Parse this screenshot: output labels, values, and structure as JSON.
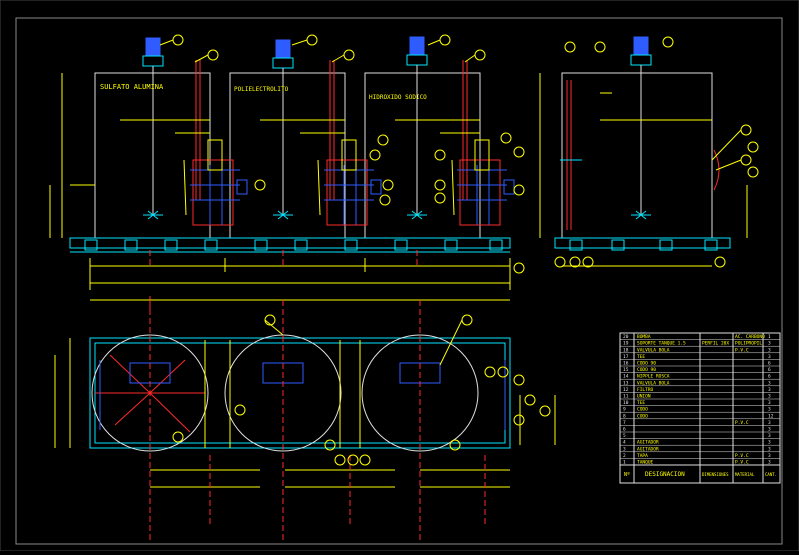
{
  "tanks": [
    {
      "label": "SULFATO ALUMINA"
    },
    {
      "label": "POLIELECTROLITO"
    },
    {
      "label": "HIDROXIDO SODICO"
    }
  ],
  "legend": {
    "rows": [
      {
        "n": "20",
        "designation": "BOMBA",
        "dimension": "",
        "material": "AC. CARBONO",
        "qty": "1"
      },
      {
        "n": "19",
        "designation": "SOPORTE TANQUE 1.5",
        "dimension": "PERFIL 20X",
        "material": "POLIPROPIL",
        "qty": "3"
      },
      {
        "n": "18",
        "designation": "VALVULA BOLA",
        "dimension": "",
        "material": "P.V.C",
        "qty": "3"
      },
      {
        "n": "17",
        "designation": "TEE",
        "dimension": "",
        "material": "",
        "qty": "3"
      },
      {
        "n": "16",
        "designation": "CODO 90",
        "dimension": "",
        "material": "",
        "qty": "6"
      },
      {
        "n": "15",
        "designation": "CODO 90",
        "dimension": "",
        "material": "",
        "qty": "6"
      },
      {
        "n": "14",
        "designation": "NIPPLE ROSCA",
        "dimension": "",
        "material": "",
        "qty": "6"
      },
      {
        "n": "13",
        "designation": "VALVULA BOLA",
        "dimension": "",
        "material": "",
        "qty": "3"
      },
      {
        "n": "12",
        "designation": "FILTRO",
        "dimension": "",
        "material": "",
        "qty": "3"
      },
      {
        "n": "11",
        "designation": "UNION",
        "dimension": "",
        "material": "",
        "qty": "3"
      },
      {
        "n": "10",
        "designation": "TEE",
        "dimension": "",
        "material": "",
        "qty": "3"
      },
      {
        "n": "9",
        "designation": "CODO",
        "dimension": "",
        "material": "",
        "qty": "3"
      },
      {
        "n": "8",
        "designation": "CODO",
        "dimension": "",
        "material": "",
        "qty": "12"
      },
      {
        "n": "7",
        "designation": "",
        "dimension": "",
        "material": "P.V.C",
        "qty": "3"
      },
      {
        "n": "6",
        "designation": "",
        "dimension": "",
        "material": "",
        "qty": "3"
      },
      {
        "n": "5",
        "designation": "",
        "dimension": "",
        "material": "",
        "qty": "3"
      },
      {
        "n": "4",
        "designation": "AGITADOR",
        "dimension": "",
        "material": "",
        "qty": "3"
      },
      {
        "n": "3",
        "designation": "AGITADOR",
        "dimension": "",
        "material": "",
        "qty": "3"
      },
      {
        "n": "2",
        "designation": "TAPA",
        "dimension": "",
        "material": "P.V.C",
        "qty": "3"
      },
      {
        "n": "1",
        "designation": "TANQUE",
        "dimension": "",
        "material": "P.V.C",
        "qty": "3"
      }
    ],
    "header": {
      "n": "Nº",
      "designation": "DESIGNACION",
      "dimension": "DIMENSIONES",
      "material": "MATERIAL",
      "qty": "CANT."
    }
  }
}
